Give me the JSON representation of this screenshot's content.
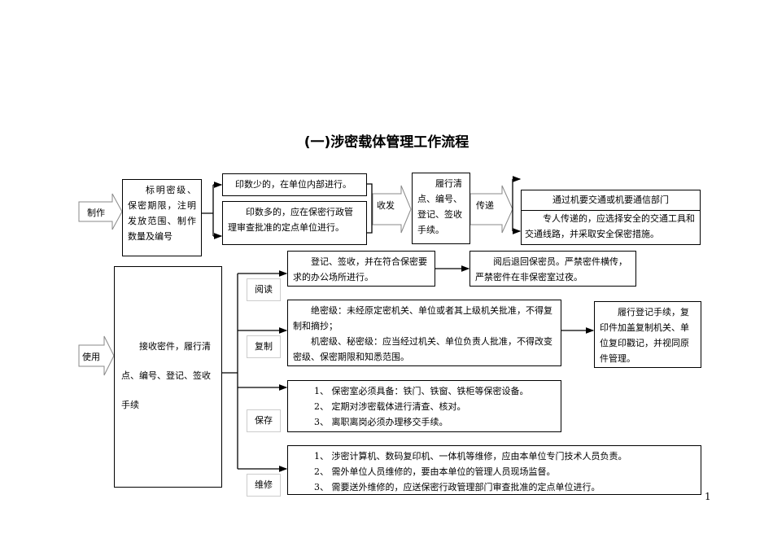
{
  "title": "(一)涉密载体管理工作流程",
  "make": {
    "arrow_label": "制作",
    "step": "标明密级、保密期限，注明发放范围、制作数量及编号",
    "few": "印数少的，在单位内部进行。",
    "many": "印数多的，应在保密行政管理审查批准的定点单位进行。",
    "receive_label": "收发",
    "check": "履行清点、编号、登记、签收手续。",
    "deliver_label": "传递",
    "via": "通过机要交通或机要通信部门",
    "person": "专人传递的，应选择安全的交通工具和交通线路，并采取安全保密措施。"
  },
  "use": {
    "arrow_label": "使用",
    "step": "接收密件，履行清点、编号、登记、签收手续",
    "read": {
      "label": "阅读",
      "text": "登记、签收，并在符合保密要求的办公场所进行。",
      "next": "阅后退回保密员。严禁密件横传，严禁密件在非保密室过夜。"
    },
    "copy": {
      "label": "复制",
      "text1": "绝密级：未经原定密机关、单位或者其上级机关批准，不得复制和摘抄；",
      "text2": "机密级、秘密级：应当经过机关、单位负责人批准，不得改变密级、保密期限和知悉范围。",
      "next": "履行登记手续，复印件加盖复制机关、单位复印戳记，并视同原件管理。"
    },
    "store": {
      "label": "保存",
      "items": [
        "1、 保密室必须具备：铁门、铁窗、铁柜等保密设备。",
        "2、 定期对涉密载体进行清查、核对。",
        "3、 离职离岗必须办理移交手续。"
      ]
    },
    "repair": {
      "label": "维修",
      "items": [
        "1、 涉密计算机、数码复印机、一体机等维修，应由本单位专门技术人员负责。",
        "2、 需外单位人员维修的，要由本单位的管理人员现场监督。",
        "3、 需要送外维修的，应送保密行政管理部门审查批准的定点单位进行。"
      ]
    }
  },
  "page_number": "1"
}
